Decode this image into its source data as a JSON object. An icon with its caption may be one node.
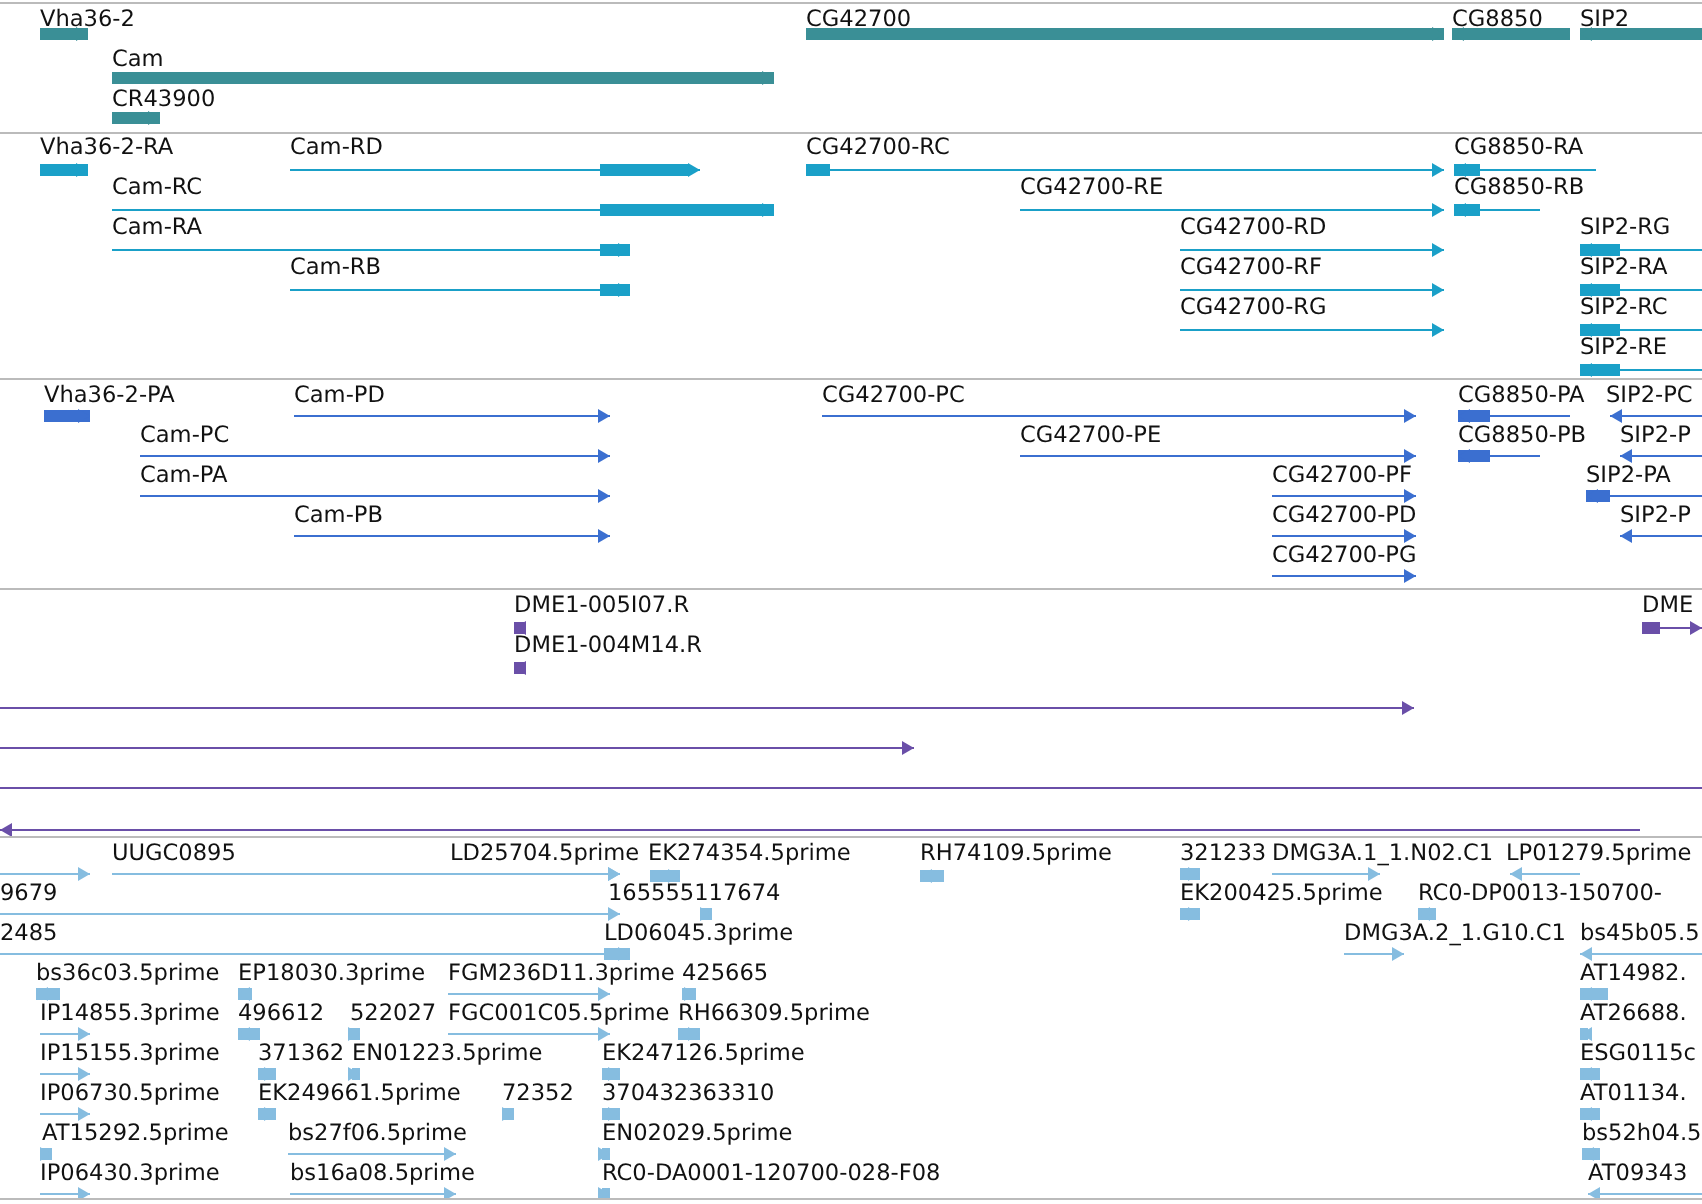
{
  "diagram": {
    "labels": [
      "Vha36-2",
      "CG42700",
      "CG8850",
      "SIP2",
      "Cam",
      "CR43900",
      "Vha36-2-RA",
      "Cam-RD",
      "CG42700-RC",
      "CG8850-RA",
      "Cam-RC",
      "CG42700-RE",
      "CG8850-RB",
      "Cam-RA",
      "CG42700-RD",
      "SIP2-RG",
      "Cam-RB",
      "CG42700-RF",
      "SIP2-RA",
      "CG42700-RG",
      "SIP2-RC",
      "SIP2-RE",
      "Vha36-2-PA",
      "Cam-PD",
      "CG42700-PC",
      "CG8850-PA",
      "SIP2-PC",
      "Cam-PC",
      "CG42700-PE",
      "CG8850-PB",
      "SIP2-P",
      "Cam-PA",
      "CG42700-PF",
      "SIP2-PA",
      "Cam-PB",
      "CG42700-PD",
      "SIP2-P",
      "CG42700-PG",
      "DME1-005I07.R",
      "DME",
      "DME1-004M14.R",
      "UUGC0895",
      "LD25704.5prime",
      "EK274354.5prime",
      "RH74109.5prime",
      "321233",
      "DMG3A.1_1.N02.C1",
      "LP01279.5prime",
      "9679",
      "165555117674",
      "EK200425.5prime",
      "RC0-DP0013-150700-",
      "2485",
      "LD06045.3prime",
      "DMG3A.2_1.G10.C1",
      "bs45b05.5",
      "bs36c03.5prime",
      "EP18030.3prime",
      "FGM236D11.3prime",
      "425665",
      "AT14982.",
      "IP14855.3prime",
      "496612",
      "522027",
      "FGC001C05.5prime",
      "RH66309.5prime",
      "AT26688.",
      "IP15155.3prime",
      "371362",
      "EN01223.5prime",
      "EK247126.5prime",
      "ESG0115c",
      "IP06730.5prime",
      "EK249661.5prime",
      "72352",
      "370432363310",
      "AT01134.",
      "AT15292.5prime",
      "bs27f06.5prime",
      "EN02029.5prime",
      "bs52h04.5",
      "IP06430.3prime",
      "bs16a08.5prime",
      "RC0-DA0001-120700-028-F08",
      "AT09343"
    ]
  }
}
